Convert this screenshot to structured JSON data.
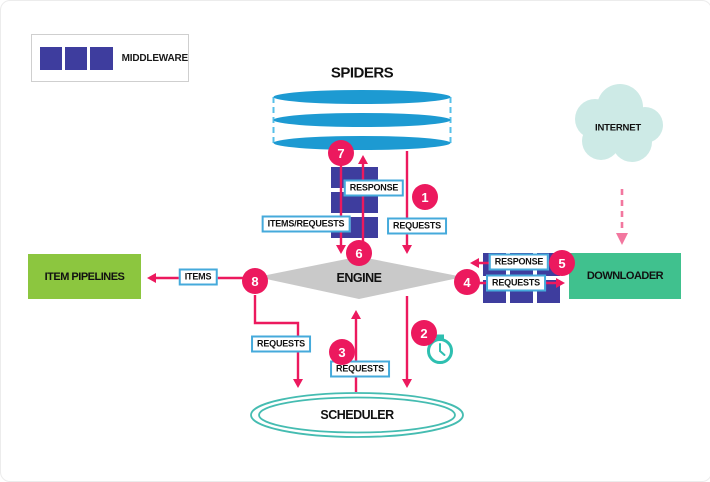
{
  "legend": {
    "label": "MIDDLEWARE"
  },
  "nodes": {
    "spiders": "SPIDERS",
    "internet": "INTERNET",
    "engine": "ENGINE",
    "downloader": "DOWNLOADER",
    "item_pipelines": "ITEM PIPELINES",
    "scheduler": "SCHEDULER"
  },
  "flow_labels": {
    "response_to_spiders": "RESPONSE",
    "items_requests_from_spiders": "ITEMS/REQUESTS",
    "requests_from_spiders": "REQUESTS",
    "items_to_pipelines": "ITEMS",
    "response_from_downloader": "RESPONSE",
    "requests_to_downloader": "REQUESTS",
    "requests_to_scheduler": "REQUESTS",
    "requests_from_scheduler": "REQUESTS"
  },
  "steps": [
    "1",
    "2",
    "3",
    "4",
    "5",
    "6",
    "7",
    "8"
  ],
  "colors": {
    "pink_arrow": "#ec195e",
    "pink_dashed": "#f2779f",
    "middleware_purple": "#3e3d9e",
    "spider_blue": "#1d9ad2",
    "dashed_blue": "#56bfe8",
    "label_border_blue": "#45aadb",
    "pipelines_green": "#8cc63f",
    "downloader_green": "#40c18e",
    "scheduler_teal": "#45bcb1",
    "stopwatch_teal": "#2ebfb0",
    "cloud_teal": "#cdeae6",
    "engine_gray": "#c9c9c9"
  }
}
